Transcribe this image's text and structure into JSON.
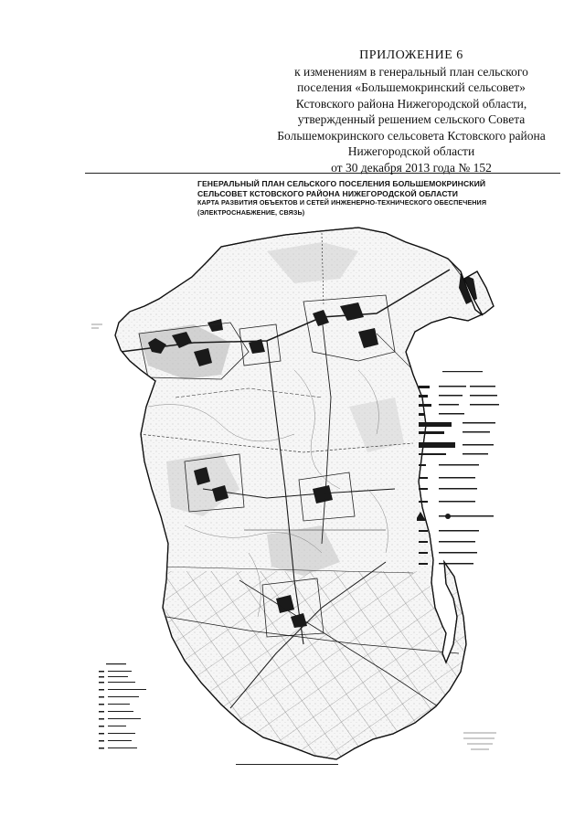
{
  "header": {
    "title": "ПРИЛОЖЕНИЕ 6",
    "line1": "к изменениям в генеральный план сельского",
    "line2": "поселения «Большемокринский сельсовет»",
    "line3": "Кстовского района Нижегородской области,",
    "line4": "утвержденный решением сельского Совета",
    "line5": "Большемокринского сельсовета Кстовского района",
    "line6": "Нижегородской области",
    "line7": "от 30 декабря 2013 года № 152"
  },
  "map": {
    "title_line1": "ГЕНЕРАЛЬНЫЙ ПЛАН СЕЛЬСКОГО ПОСЕЛЕНИЯ БОЛЬШЕМОКРИНСКИЙ",
    "title_line2": "СЕЛЬСОВЕТ КСТОВСКОГО РАЙОНА НИЖЕГОРОДСКОЙ ОБЛАСТИ",
    "title_line3": "КАРТА РАЗВИТИЯ ОБЪЕКТОВ И СЕТЕЙ ИНЖЕНЕРНО-ТЕХНИЧЕСКОГО ОБЕСПЕЧЕНИЯ",
    "title_line4": "(ЭЛЕКТРОСНАБЖЕНИЕ, СВЯЗЬ)",
    "ink_color": "#1a1a1a"
  }
}
